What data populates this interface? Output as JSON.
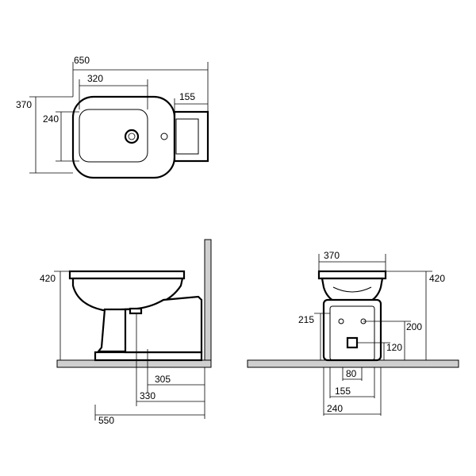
{
  "diagram": {
    "top_view": {
      "overall_length": "650",
      "basin_length": "320",
      "back_depth": "155",
      "overall_width": "370",
      "basin_width": "240"
    },
    "side_view": {
      "height": "420",
      "waste_from_wall": "305",
      "fixing_from_wall": "330",
      "projection": "550"
    },
    "front_view": {
      "width": "370",
      "height": "420",
      "inlet_height": "215",
      "fixing_height": "200",
      "waste_height": "120",
      "waste_width": "80",
      "fixing_spacing": "155",
      "base_width": "240"
    }
  }
}
